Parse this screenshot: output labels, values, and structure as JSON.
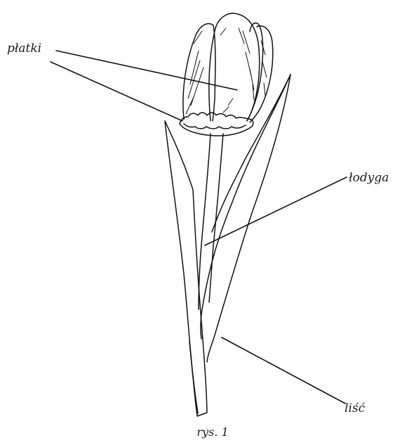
{
  "diagram": {
    "labels": {
      "petals": "płatki",
      "stem": "łodyga",
      "leaf": "liść"
    },
    "caption": "rys. 1"
  }
}
